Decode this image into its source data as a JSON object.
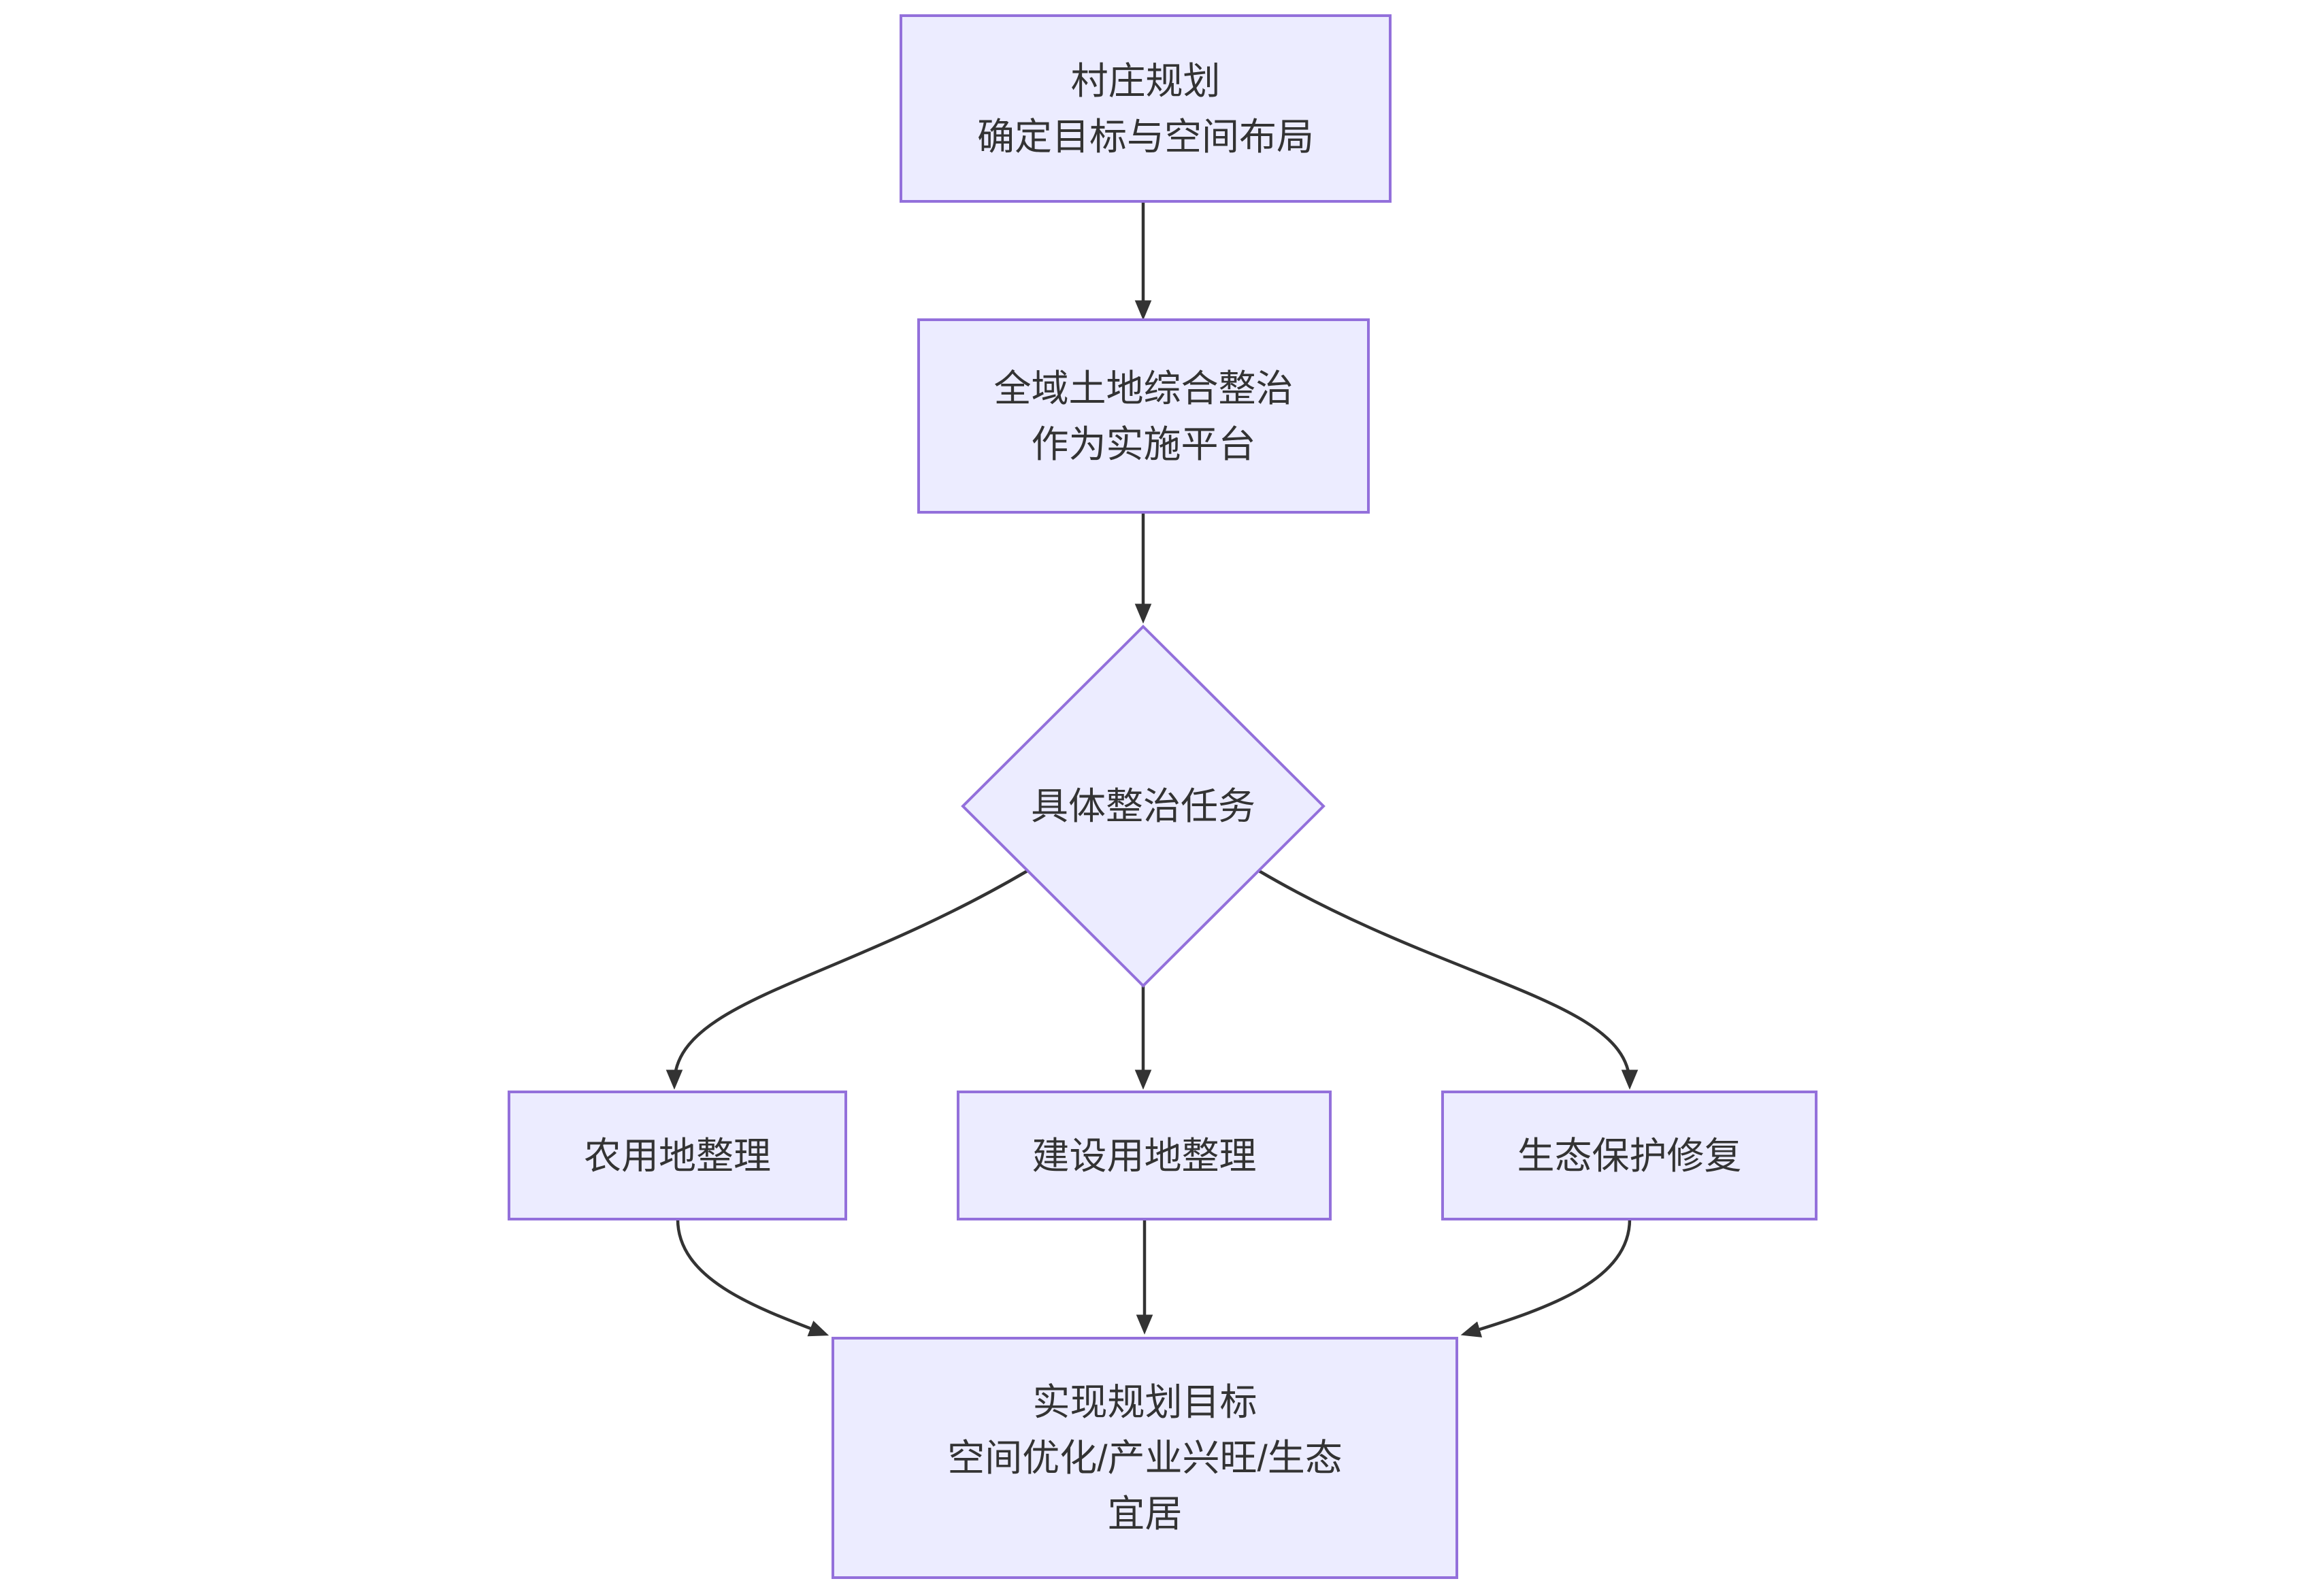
{
  "diagram": {
    "type": "flowchart",
    "direction": "top-down",
    "nodes": [
      {
        "id": "village-planning",
        "shape": "rectangle",
        "lines": [
          "村庄规划",
          "确定目标与空间布局"
        ]
      },
      {
        "id": "land-consolidation-platform",
        "shape": "rectangle",
        "lines": [
          "全域土地综合整治",
          "作为实施平台"
        ]
      },
      {
        "id": "remediation-tasks",
        "shape": "diamond",
        "lines": [
          "具体整治任务"
        ]
      },
      {
        "id": "farmland-consolidation",
        "shape": "rectangle",
        "lines": [
          "农用地整理"
        ]
      },
      {
        "id": "construction-land-consolidation",
        "shape": "rectangle",
        "lines": [
          "建设用地整理"
        ]
      },
      {
        "id": "ecological-restoration",
        "shape": "rectangle",
        "lines": [
          "生态保护修复"
        ]
      },
      {
        "id": "planning-goals",
        "shape": "rectangle",
        "lines": [
          "实现规划目标",
          "空间优化/产业兴旺/生态宜居"
        ]
      }
    ],
    "edges": [
      {
        "from": "village-planning",
        "to": "land-consolidation-platform"
      },
      {
        "from": "land-consolidation-platform",
        "to": "remediation-tasks"
      },
      {
        "from": "remediation-tasks",
        "to": "farmland-consolidation"
      },
      {
        "from": "remediation-tasks",
        "to": "construction-land-consolidation"
      },
      {
        "from": "remediation-tasks",
        "to": "ecological-restoration"
      },
      {
        "from": "farmland-consolidation",
        "to": "planning-goals"
      },
      {
        "from": "construction-land-consolidation",
        "to": "planning-goals"
      },
      {
        "from": "ecological-restoration",
        "to": "planning-goals"
      }
    ],
    "colors": {
      "node_fill": "#ECECFF",
      "node_border": "#9370DB",
      "edge": "#333333",
      "text": "#333333",
      "background": "#FFFFFF"
    }
  }
}
